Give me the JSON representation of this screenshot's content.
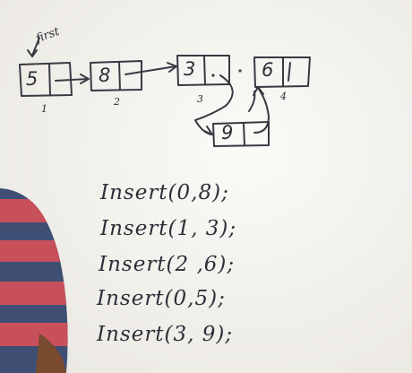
{
  "head_label": "first",
  "nodes": [
    {
      "value": "5",
      "index": "1"
    },
    {
      "value": "8",
      "index": "2"
    },
    {
      "value": "3",
      "index": "3"
    },
    {
      "value": "6",
      "index": "4"
    }
  ],
  "inserted_node": {
    "value": "9"
  },
  "operations": [
    "Insert(0,8);",
    "Insert(1, 3);",
    "Insert(2 ,6);",
    "Insert(0,5);",
    "Insert(3, 9);"
  ],
  "colors": {
    "board": "#f2f0ec",
    "ink": "#3a3942",
    "shirt_red": "#c8505a",
    "shirt_blue": "#3f4f73",
    "skin": "#7a4a2e"
  }
}
